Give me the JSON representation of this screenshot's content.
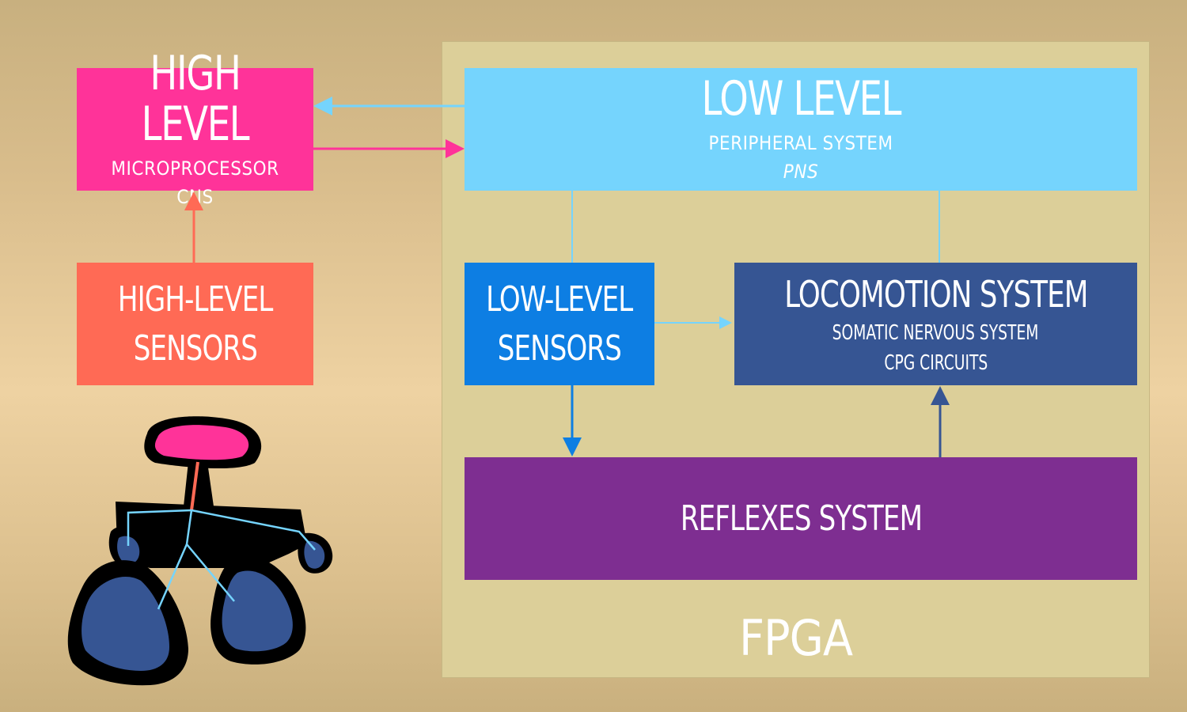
{
  "diagram": {
    "high_level": {
      "title": "HIGH LEVEL",
      "line1": "MICROPROCESSOR",
      "line2": "CNS"
    },
    "low_level": {
      "title": "LOW LEVEL",
      "line1": "PERIPHERAL SYSTEM",
      "line2": "PNS"
    },
    "high_level_sensors": {
      "line1": "HIGH-LEVEL",
      "line2": "SENSORS"
    },
    "low_level_sensors": {
      "line1": "LOW-LEVEL",
      "line2": "SENSORS"
    },
    "locomotion": {
      "title": "LOCOMOTION SYSTEM",
      "line1": "SOMATIC NERVOUS SYSTEM",
      "line2": "CPG CIRCUITS"
    },
    "reflexes": {
      "title": "REFLEXES SYSTEM"
    },
    "fpga_label": "FPGA"
  },
  "colors": {
    "high_level": "#ff3399",
    "low_level": "#75d4fd",
    "high_level_sensors": "#ff6a55",
    "low_level_sensors": "#0d7ee3",
    "locomotion": "#365593",
    "reflexes": "#7e2e91",
    "fpga_panel": "#dccf99"
  },
  "icons": {
    "robot": "robot-silhouette-icon"
  }
}
